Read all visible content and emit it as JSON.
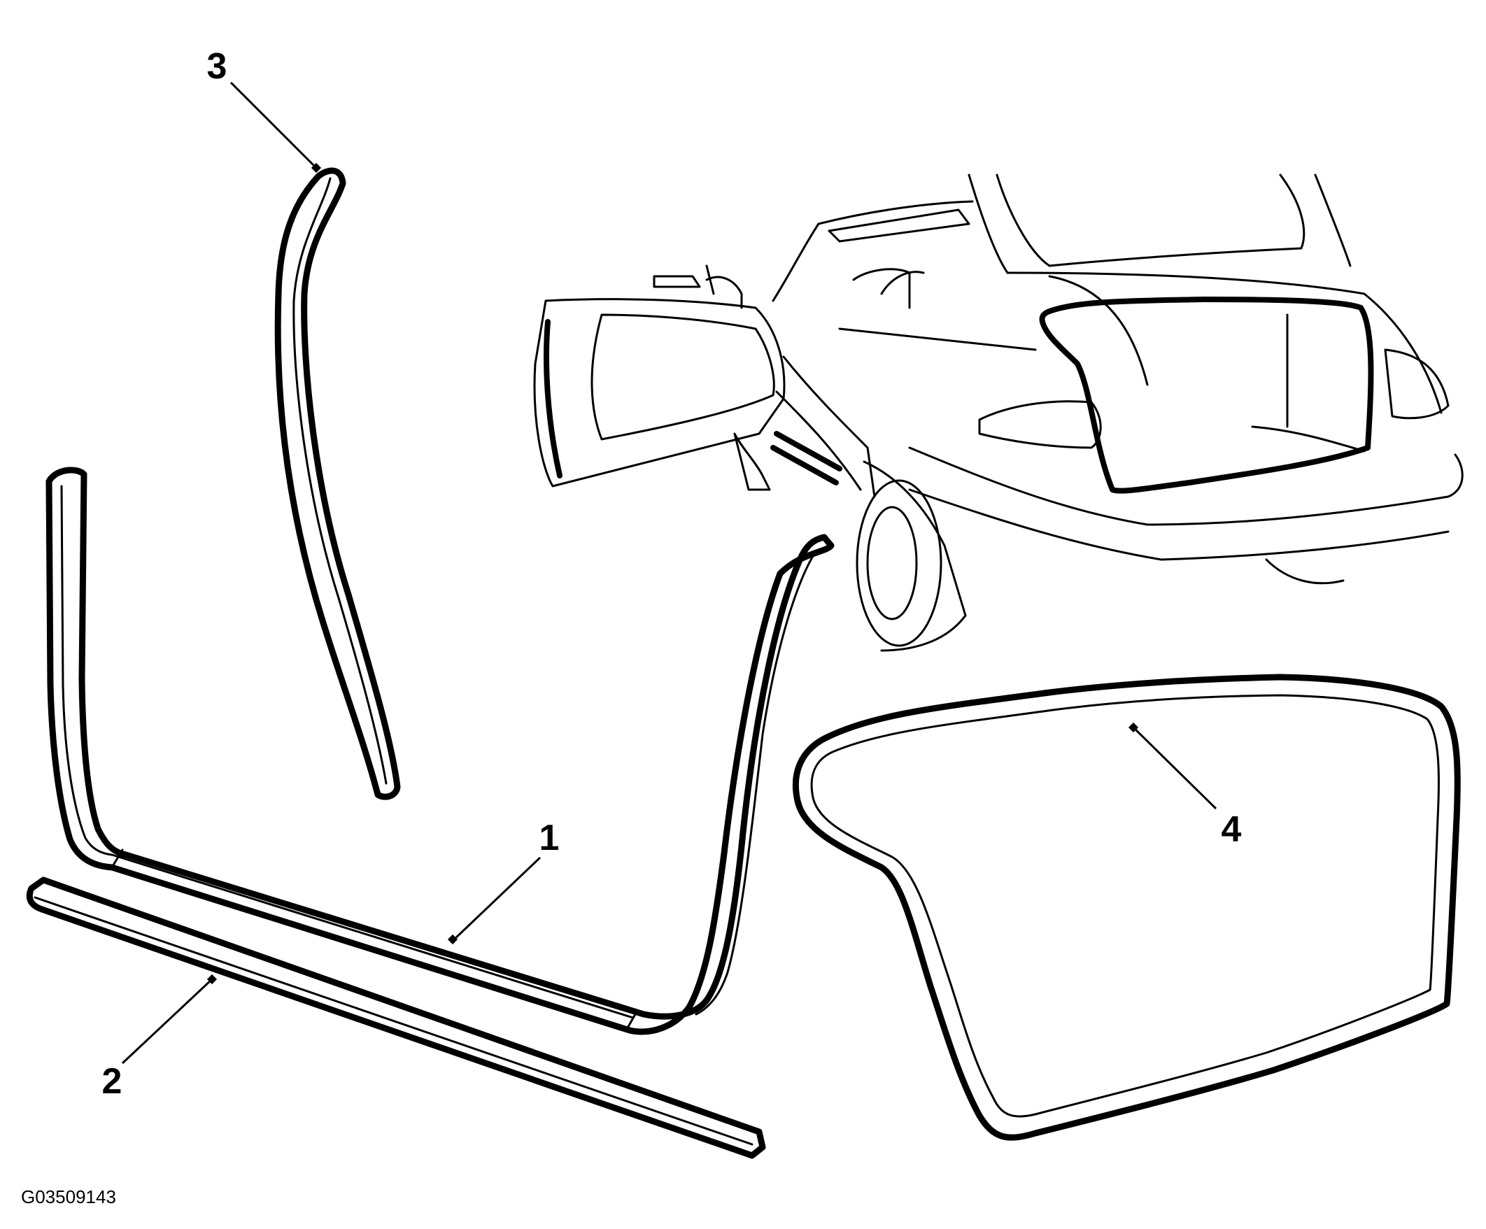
{
  "figure_code": "G03509143",
  "callouts": [
    {
      "label": "1"
    },
    {
      "label": "2"
    },
    {
      "label": "3"
    },
    {
      "label": "4"
    }
  ]
}
